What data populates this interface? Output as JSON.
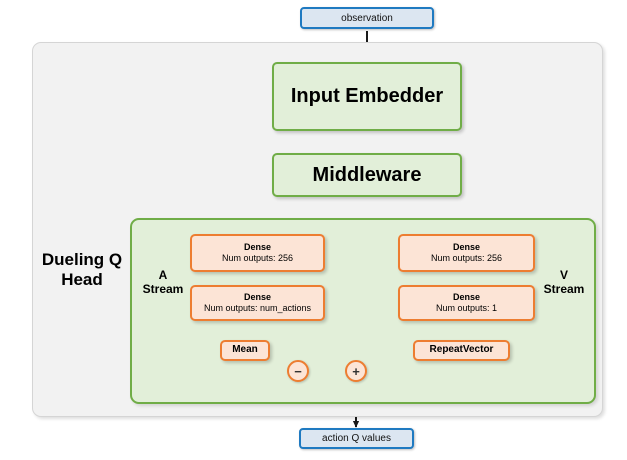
{
  "diagram": {
    "title_label": "Dueling Q Head",
    "input_node": {
      "label": "observation"
    },
    "output_node": {
      "label": "action Q values"
    },
    "modules": [
      {
        "name": "input-embedder",
        "label": "Input Embedder"
      },
      {
        "name": "middleware",
        "label": "Middleware"
      }
    ],
    "streams": [
      {
        "name": "advantage-stream",
        "label": "A\nStream",
        "line1": "A",
        "line2": "Stream"
      },
      {
        "name": "value-stream",
        "label": "V\nStream",
        "line1": "V",
        "line2": "Stream"
      }
    ],
    "advantage_stream": {
      "dense_1": {
        "title": "Dense",
        "subtitle": "Num outputs: 256"
      },
      "dense_2": {
        "title": "Dense",
        "subtitle": "Num outputs: num_actions"
      },
      "mean": {
        "label": "Mean"
      }
    },
    "value_stream": {
      "dense_1": {
        "title": "Dense",
        "subtitle": "Num outputs: 256"
      },
      "dense_2": {
        "title": "Dense",
        "subtitle": "Num outputs: 1"
      },
      "repeat_vector": {
        "label": "RepeatVector"
      }
    },
    "operators": [
      {
        "name": "subtract-operator",
        "symbol": "−"
      },
      {
        "name": "add-operator",
        "symbol": "+"
      }
    ],
    "colors": {
      "io_border": "#1f7ac1",
      "io_fill": "#dce6f1",
      "module_border": "#70ad47",
      "module_fill": "#e2efd9",
      "layer_border": "#ed7d31",
      "layer_fill": "#fce4d6",
      "panel_fill": "#f2f2f2",
      "arrow": "#1a1a1a"
    }
  }
}
